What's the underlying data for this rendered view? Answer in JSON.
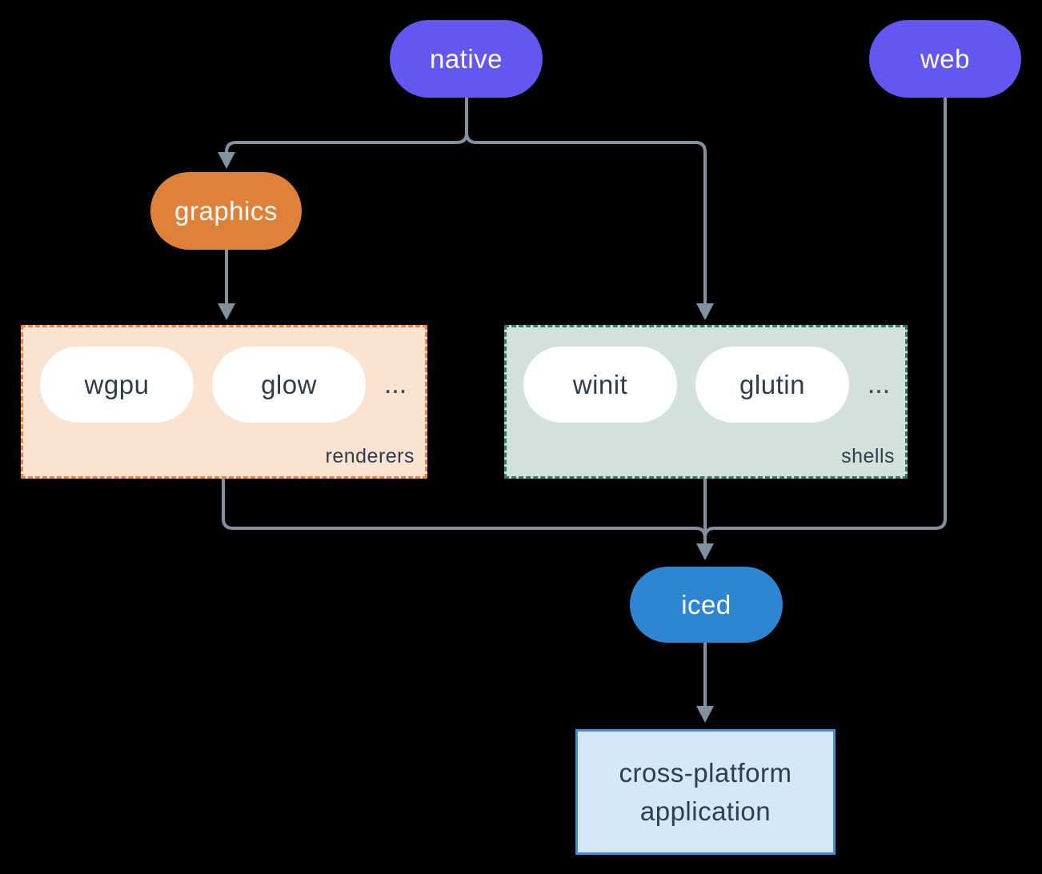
{
  "style": {
    "background": "#000000",
    "connector_color": "#8291a0",
    "pill_text_color": "#ffffff",
    "dark_text_color": "#2e3d4f"
  },
  "nodes": {
    "native": {
      "label": "native",
      "fill": "#6257f0"
    },
    "web": {
      "label": "web",
      "fill": "#6257f0"
    },
    "graphics": {
      "label": "graphics",
      "fill": "#e0813a"
    },
    "iced": {
      "label": "iced",
      "fill": "#2e86d2"
    },
    "application": {
      "line1": "cross-platform",
      "line2": "application",
      "fill": "#d6e7f8",
      "border": "#4190e0"
    }
  },
  "groups": {
    "renderers": {
      "label": "renderers",
      "fill": "#fae3d1",
      "border": "#e8843c",
      "items": [
        "wgpu",
        "glow"
      ],
      "ellipsis": "..."
    },
    "shells": {
      "label": "shells",
      "fill": "#d2e1da",
      "border": "#2f7d6e",
      "items": [
        "winit",
        "glutin"
      ],
      "ellipsis": "..."
    }
  }
}
